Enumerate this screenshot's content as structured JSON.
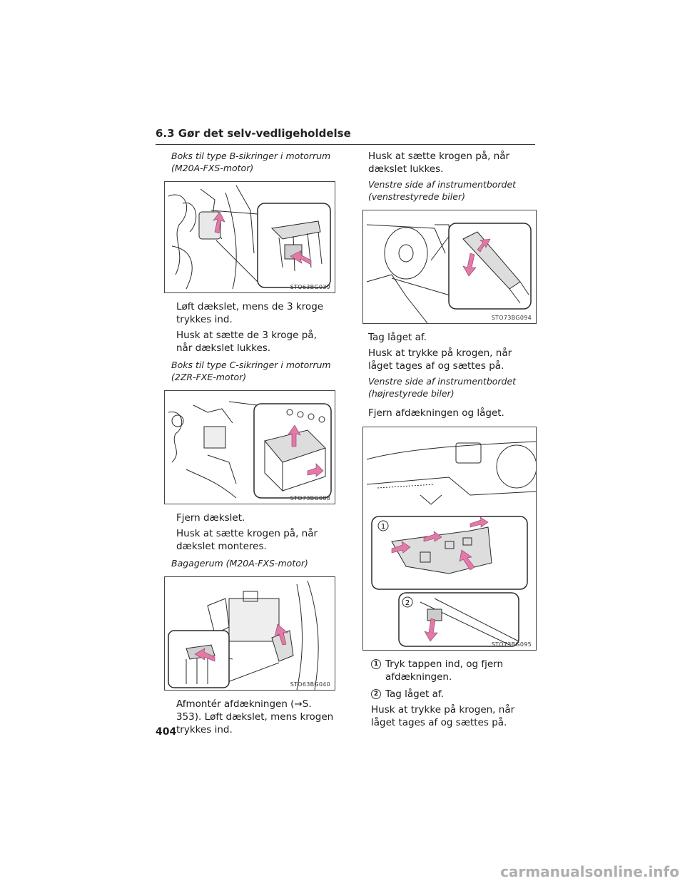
{
  "header": {
    "section_title": "6.3 Gør det selv-vedligeholdelse"
  },
  "left": {
    "caption1": "Boks til type B-sikringer i motorrum (M20A-FXS-motor)",
    "fig1_code": "STO63BG039",
    "text1": "Løft dækslet, mens de 3 kroge trykkes ind.",
    "text2": "Husk at sætte de 3 kroge på, når dækslet lukkes.",
    "caption2": "Boks til type C-sikringer i motorrum (2ZR-FXE-motor)",
    "fig2_code": "STO73BG088",
    "text3": "Fjern dækslet.",
    "text4": "Husk at sætte krogen på, når dækslet monteres.",
    "caption3": "Bagagerum (M20A-FXS-motor)",
    "fig3_code": "STO63BG040",
    "text5": "Afmontér afdækningen (→S. 353). Løft dækslet, mens krogen trykkes ind."
  },
  "right": {
    "text1": "Husk at sætte krogen på, når dækslet lukkes.",
    "caption1": "Venstre side af instrumentbordet (venstrestyrede biler)",
    "fig1_code": "STO73BG094",
    "text2": "Tag låget af.",
    "text3": "Husk at trykke på krogen, når låget tages af og sættes på.",
    "caption2": "Venstre side af instrumentbordet (højrestyrede biler)",
    "text4": "Fjern afdækningen og låget.",
    "fig2_code": "STO73BG095",
    "callout1": "1",
    "callout2": "2",
    "steps": [
      {
        "num": "1",
        "text": "Tryk tappen ind, og fjern afdækningen."
      },
      {
        "num": "2",
        "text": "Tag låget af."
      }
    ],
    "text5": "Husk at trykke på krogen, når låget tages af og sættes på."
  },
  "footer": {
    "page_number": "404",
    "watermark": "carmanualsonline.info"
  },
  "colors": {
    "arrow": "#e27aa8",
    "line": "#2a2a2a"
  }
}
